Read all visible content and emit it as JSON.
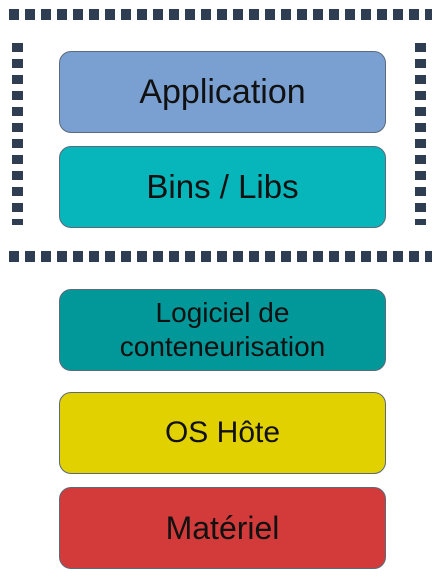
{
  "diagram": {
    "layers": [
      {
        "label": "Application",
        "color": "#7aa0d2"
      },
      {
        "label": "Bins / Libs",
        "color": "#06b6bb"
      },
      {
        "label_line1": "Logiciel de",
        "label_line2": "conteneurisation",
        "color": "#02989a"
      },
      {
        "label": "OS Hôte",
        "color": "#e2d100"
      },
      {
        "label": "Matériel",
        "color": "#d33b3b"
      }
    ],
    "container_border_color": "#2f3d52"
  }
}
